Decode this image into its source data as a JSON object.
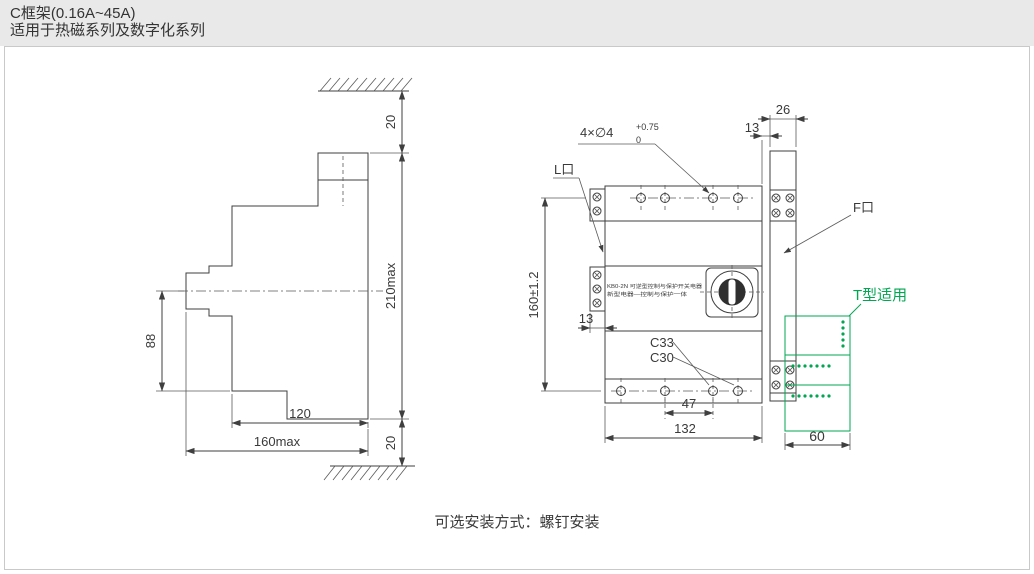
{
  "header": {
    "title": "C框架(0.16A~45A)",
    "subtitle": "适用于热磁系列及数字化系列"
  },
  "caption": "可选安装方式：螺钉安装",
  "side": {
    "dim_top_gap": "20",
    "dim_height": "210max",
    "dim_bottom_gap": "20",
    "dim_88": "88",
    "dim_120": "120",
    "dim_160max": "160max"
  },
  "front": {
    "hole_note": "4×∅4",
    "hole_tol_sup": "+0.75",
    "hole_tol_sub": "0",
    "label_l": "L口",
    "label_f": "F口",
    "dim_26": "26",
    "dim_13_top": "13",
    "dim_160": "160±1.2",
    "dim_13_left": "13",
    "label_c33": "C33",
    "label_c30": "C30",
    "dim_47": "47",
    "dim_132": "132",
    "dim_60": "60",
    "label_t_type": "T型适用",
    "face_line1": "KB0-2N 可逆型控制与保护开关电器",
    "face_line2": "新型电器—控制与保护一体"
  },
  "colors": {
    "accent_green": "#00a651",
    "line": "#3f3f3f"
  }
}
